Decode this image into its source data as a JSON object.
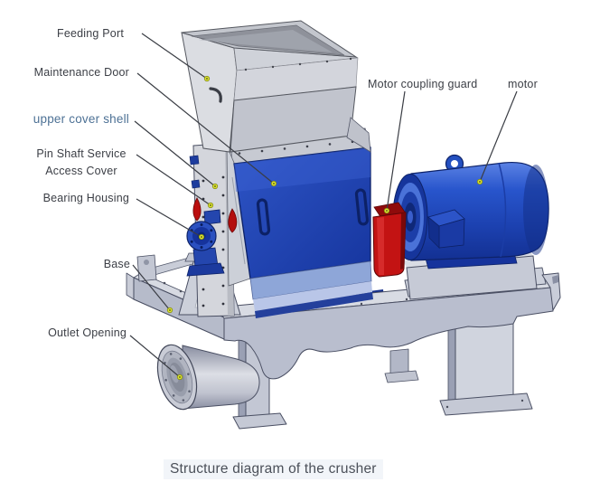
{
  "diagram": {
    "caption": "Structure diagram of the crusher",
    "labels": [
      {
        "id": "feeding-port",
        "text": "Feeding Port"
      },
      {
        "id": "maintenance-door",
        "text": "Maintenance Door"
      },
      {
        "id": "upper-cover-shell",
        "text": "upper cover shell"
      },
      {
        "id": "pin-shaft-service-access-cover",
        "text": "Pin Shaft Service Access Cover"
      },
      {
        "id": "bearing-housing",
        "text": "Bearing Housing"
      },
      {
        "id": "base",
        "text": "Base"
      },
      {
        "id": "outlet-opening",
        "text": "Outlet Opening"
      },
      {
        "id": "motor-coupling-guard",
        "text": "Motor coupling guard"
      },
      {
        "id": "motor",
        "text": "motor"
      }
    ],
    "colors": {
      "body_blue": "#1e3fa8",
      "motor_blue": "#2250c0",
      "guard_red": "#c31313",
      "frame_gray": "#c7cbd8",
      "marker_yellow": "#dce332",
      "label_text": "#3b3e45",
      "shell_label_text": "#4d7195",
      "caption_text": "#4b5059"
    }
  }
}
